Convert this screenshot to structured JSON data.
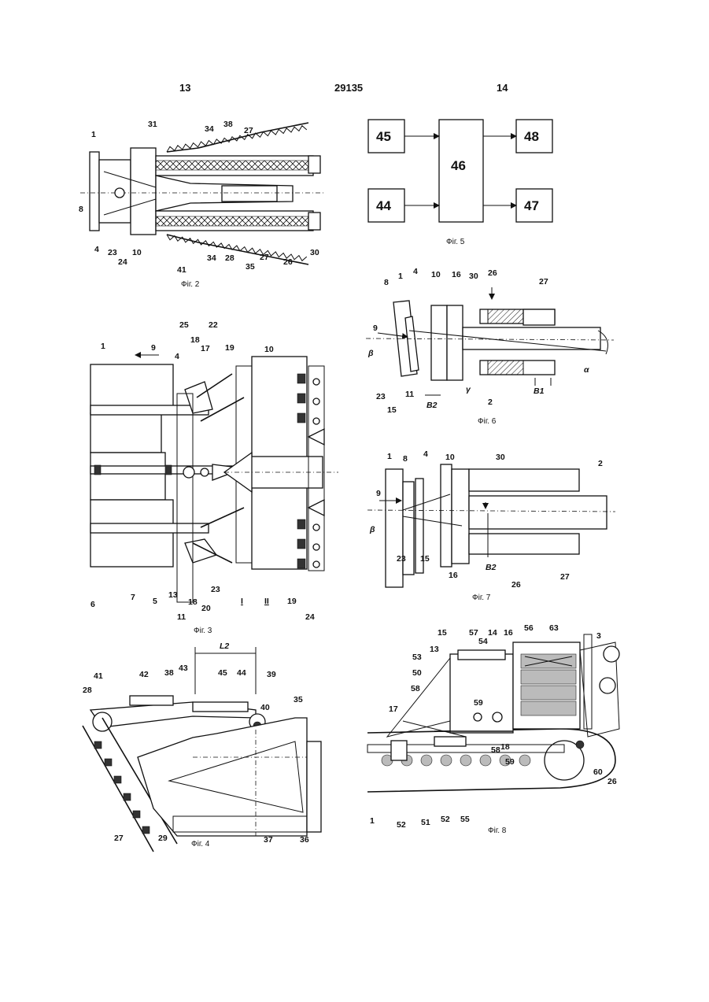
{
  "header": {
    "left_page": "13",
    "doc_number": "29135",
    "right_page": "14"
  },
  "fig2": {
    "caption": "Фіг. 2",
    "labels": [
      "1",
      "31",
      "34",
      "38",
      "27",
      "8",
      "4",
      "23",
      "10",
      "24",
      "41",
      "34",
      "28",
      "35",
      "27",
      "26",
      "30"
    ]
  },
  "fig3": {
    "caption": "Фіг. 3",
    "labels": [
      "25",
      "22",
      "18",
      "17",
      "19",
      "10",
      "1",
      "9",
      "4",
      "7",
      "5",
      "13",
      "11",
      "18",
      "20",
      "23",
      "I",
      "II",
      "19",
      "24",
      "6"
    ]
  },
  "fig4": {
    "caption": "Фіг. 4",
    "labels": [
      "L2",
      "43",
      "45",
      "44",
      "39",
      "41",
      "42",
      "38",
      "35",
      "40",
      "28",
      "27",
      "29",
      "37",
      "36"
    ]
  },
  "fig5": {
    "caption": "Фіг. 5",
    "blocks": [
      "45",
      "46",
      "48",
      "44",
      "47"
    ]
  },
  "fig6": {
    "caption": "Фіг. 6",
    "labels": [
      "8",
      "1",
      "4",
      "10",
      "16",
      "30",
      "26",
      "27",
      "9",
      "β",
      "α",
      "23",
      "15",
      "11",
      "B2",
      "γ",
      "2",
      "B1"
    ]
  },
  "fig7": {
    "caption": "Фіг. 7",
    "labels": [
      "1",
      "8",
      "4",
      "10",
      "30",
      "2",
      "9",
      "β",
      "23",
      "15",
      "16",
      "B2",
      "26",
      "27"
    ]
  },
  "fig8": {
    "caption": "Фіг. 8",
    "labels": [
      "15",
      "57",
      "14",
      "16",
      "56",
      "63",
      "3",
      "13",
      "54",
      "53",
      "50",
      "58",
      "59",
      "17",
      "18",
      "58",
      "59",
      "60",
      "26",
      "1",
      "52",
      "51",
      "52",
      "55"
    ]
  }
}
